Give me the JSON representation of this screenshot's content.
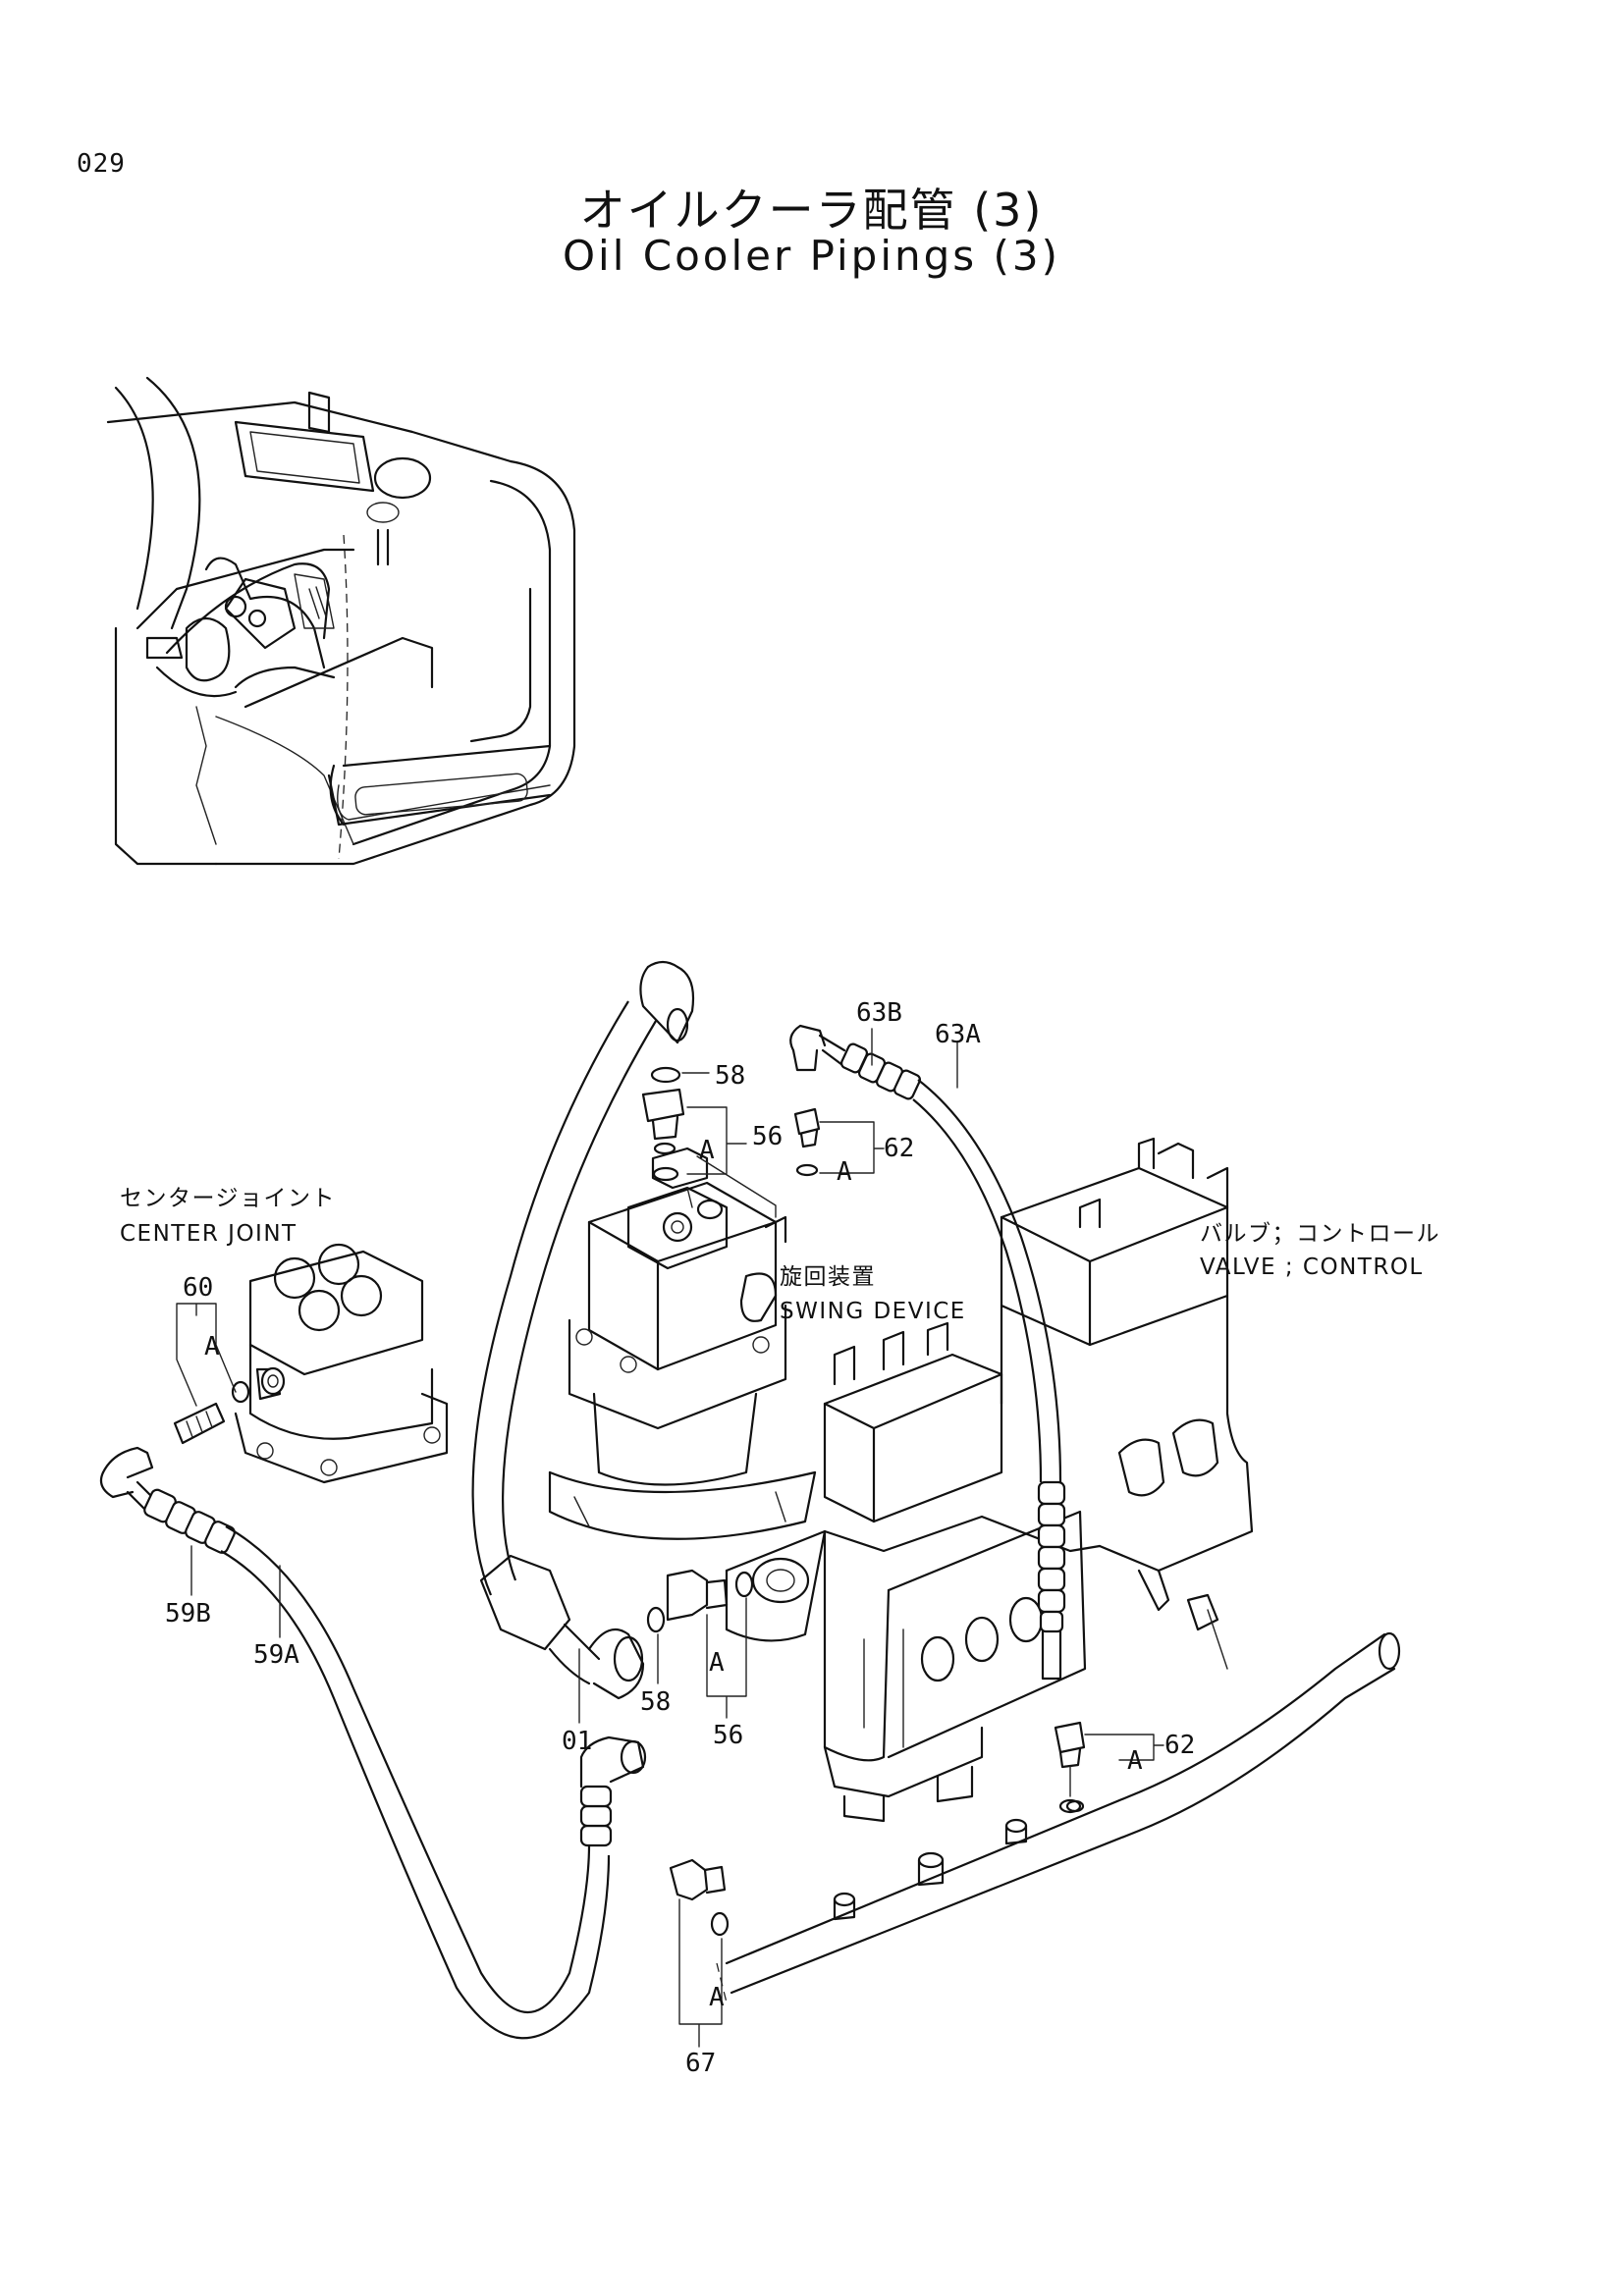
{
  "header": {
    "page_number": "029",
    "title_jp": "オイルクーラ配管 (3)",
    "title_en": "Oil Cooler Pipings (3)"
  },
  "components": {
    "center_joint_jp": "センタージョイント",
    "center_joint_en": "CENTER JOINT",
    "swing_device_jp": "旋回装置",
    "swing_device_en": "SWING DEVICE",
    "control_valve_jp": "バルブ；コントロール",
    "control_valve_en": "VALVE ; CONTROL"
  },
  "callouts": {
    "p01": "01",
    "p56_top": "56",
    "p56_bottom": "56",
    "p58_top": "58",
    "p58_bottom": "58",
    "p59A": "59A",
    "p59B": "59B",
    "p60": "60",
    "p62_top": "62",
    "p62_bottom": "62",
    "p63A": "63A",
    "p63B": "63B",
    "p67": "67",
    "marker_a": "A"
  }
}
